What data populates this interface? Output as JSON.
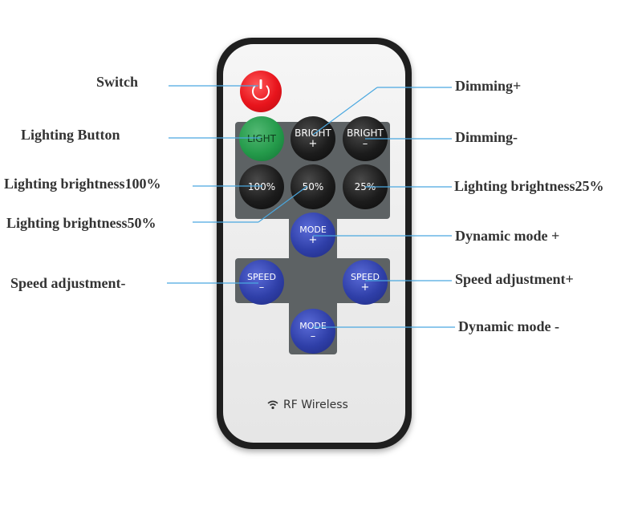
{
  "remote": {
    "brand_text": "RF Wireless",
    "buttons": {
      "light": "LIGHT",
      "bright_plus_top": "BRIGHT",
      "bright_plus_sub": "+",
      "bright_minus_top": "BRIGHT",
      "bright_minus_sub": "–",
      "pct_100": "100%",
      "pct_50": "50%",
      "pct_25": "25%",
      "mode_plus_top": "MODE",
      "mode_plus_sub": "+",
      "mode_minus_top": "MODE",
      "mode_minus_sub": "–",
      "speed_minus_top": "SPEED",
      "speed_minus_sub": "–",
      "speed_plus_top": "SPEED",
      "speed_plus_sub": "+"
    }
  },
  "callouts": {
    "switch": "Switch",
    "lighting_button": "Lighting Button",
    "brightness_100": "Lighting brightness100%",
    "brightness_50": "Lighting brightness50%",
    "speed_minus": "Speed adjustment-",
    "dimming_plus": "Dimming+",
    "dimming_minus": "Dimming-",
    "brightness_25": "Lighting brightness25%",
    "mode_plus": "Dynamic mode +",
    "speed_plus": "Speed adjustment+",
    "mode_minus": "Dynamic mode -"
  },
  "colors": {
    "callout_line": "#4aa8e0",
    "power_button": "#e8141c",
    "light_button": "#249a4a",
    "mode_speed_buttons": "#2f3fa8",
    "bright_buttons": "#1c1c1c",
    "button_panel": "#5d6264"
  }
}
